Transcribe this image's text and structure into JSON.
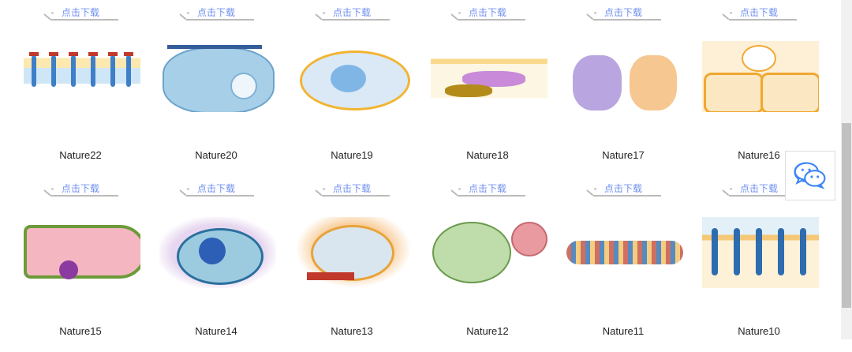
{
  "download_label": "点击下载",
  "rows": [
    [
      {
        "name": "Nature22",
        "style": "mem"
      },
      {
        "name": "Nature20",
        "style": "blue"
      },
      {
        "name": "Nature19",
        "style": "yellowcell"
      },
      {
        "name": "Nature18",
        "style": "mem2"
      },
      {
        "name": "Nature17",
        "style": "synapse"
      },
      {
        "name": "Nature16",
        "style": "tiles"
      }
    ],
    [
      {
        "name": "Nature15",
        "style": "vessel"
      },
      {
        "name": "Nature14",
        "style": "cell"
      },
      {
        "name": "Nature13",
        "style": "orange"
      },
      {
        "name": "Nature12",
        "style": "green"
      },
      {
        "name": "Nature11",
        "style": "dna"
      },
      {
        "name": "Nature10",
        "style": "mem3"
      }
    ]
  ],
  "colors": {
    "link": "#6f8ff0",
    "wechat": "#3d86f5"
  },
  "icons": {
    "wechat": "wechat-icon"
  }
}
